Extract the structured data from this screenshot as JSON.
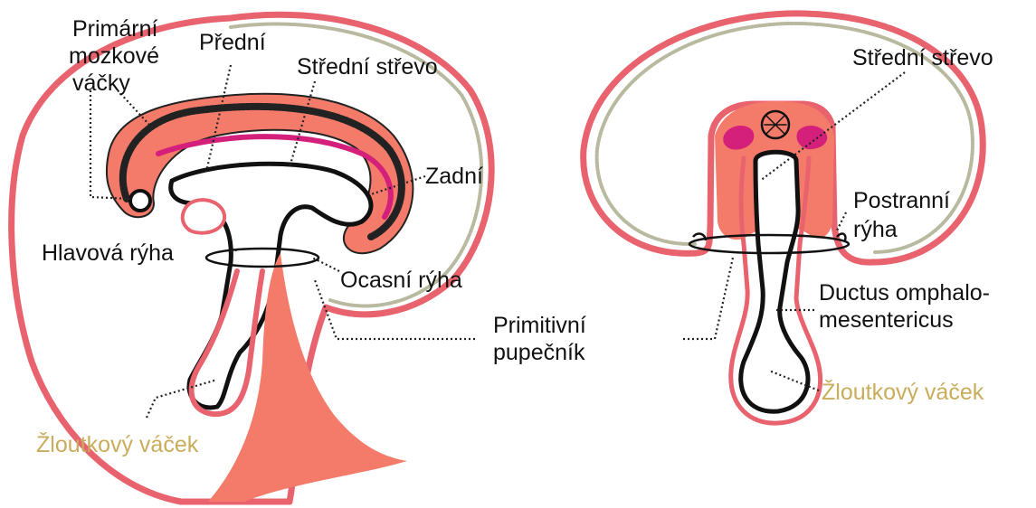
{
  "left_embryo": {
    "labels": {
      "primitive_brain_vesicles": [
        "Primární",
        "mozkové",
        "váčky"
      ],
      "foregut": "Přední",
      "midgut": "Střední střevo",
      "hindgut": "Zadní",
      "head_fold": "Hlavová rýha",
      "tail_fold": "Ocasní rýha",
      "yolk_sac": "Žloutkový váček"
    }
  },
  "shared": {
    "primitive_umbilical_cord": [
      "Primitivní",
      "pupečník"
    ]
  },
  "right_embryo": {
    "labels": {
      "midgut": "Střední střevo",
      "lateral_fold": [
        "Postranní",
        "rýha"
      ],
      "vitelline_duct": [
        "Ductus omphalo-",
        "mesentericus"
      ],
      "yolk_sac": "Žloutkový váček"
    }
  },
  "colors": {
    "amnion": "#e8636e",
    "endoderm": "#f47b6a",
    "mesoderm_accent": "#d4207a",
    "ectoderm_dots": "#b9b9a0",
    "lumen_outline": "#111111",
    "yolk_label": "#c9ad5c"
  }
}
